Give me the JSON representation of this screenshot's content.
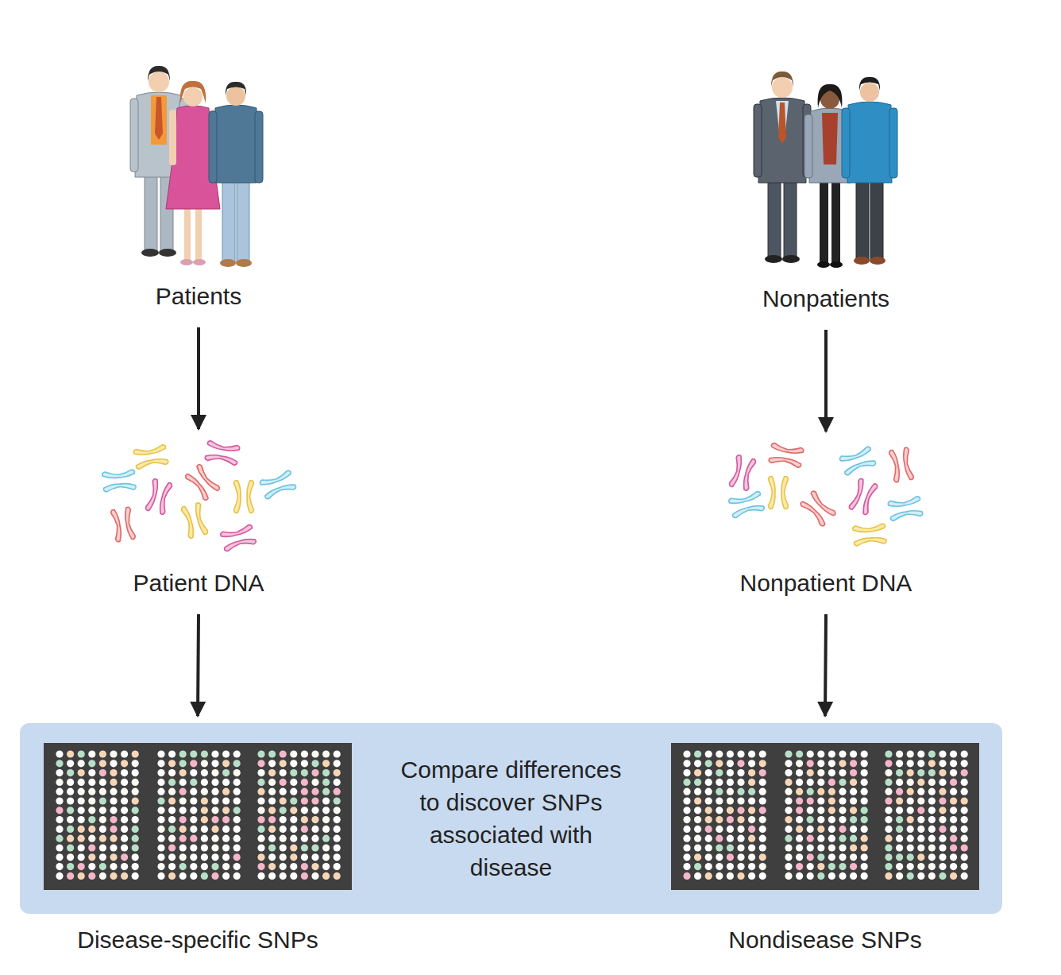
{
  "diagram": {
    "nodes": [
      {
        "text": [
          "Patients"
        ]
      },
      {
        "text": [
          "Nonpatients"
        ]
      },
      {
        "text": [
          "Patient DNA"
        ]
      },
      {
        "text": [
          "Nonpatient DNA"
        ]
      },
      {
        "text": [
          "Compare differences to discover SNPs associated with disease"
        ]
      },
      {
        "text": [
          "Disease-specific SNPs"
        ],
        "in": 4
      },
      {
        "text": [
          "Nondisease SNPs"
        ],
        "in": 4
      }
    ],
    "edges": [
      {
        "from": 0,
        "to": 2,
        "arrow": "to"
      },
      {
        "from": 2,
        "to": 5,
        "arrow": "to"
      },
      {
        "from": 1,
        "to": 3,
        "arrow": "to"
      },
      {
        "from": 3,
        "to": 6,
        "arrow": "to"
      }
    ]
  }
}
